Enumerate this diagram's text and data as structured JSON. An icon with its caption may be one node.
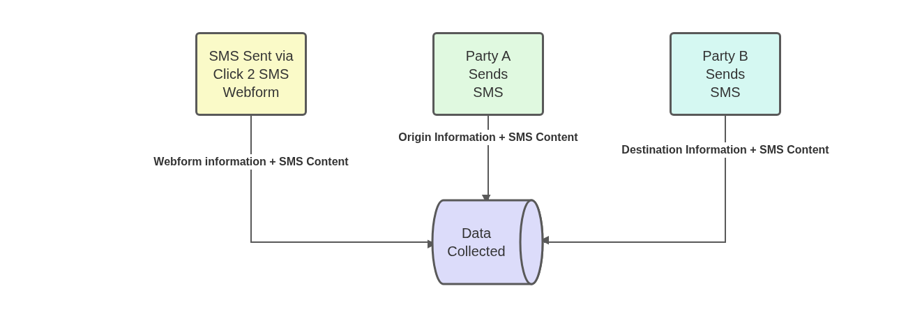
{
  "diagram": {
    "nodes": [
      {
        "text": [
          "SMS Sent via Click 2 SMS Webform"
        ]
      },
      {
        "text": [
          "Party A Sends SMS"
        ]
      },
      {
        "text": [
          "Party B Sends SMS"
        ]
      },
      {
        "text": [
          "Data Collected"
        ]
      }
    ],
    "edges": [
      {
        "from": 0,
        "to": 3,
        "arrow": "to",
        "label": "Webform information + SMS Content"
      },
      {
        "from": 1,
        "to": 3,
        "arrow": "to",
        "label": "Origin Information + SMS Content"
      },
      {
        "from": 2,
        "to": 3,
        "arrow": "to",
        "label": "Destination Information + SMS Content"
      }
    ]
  }
}
